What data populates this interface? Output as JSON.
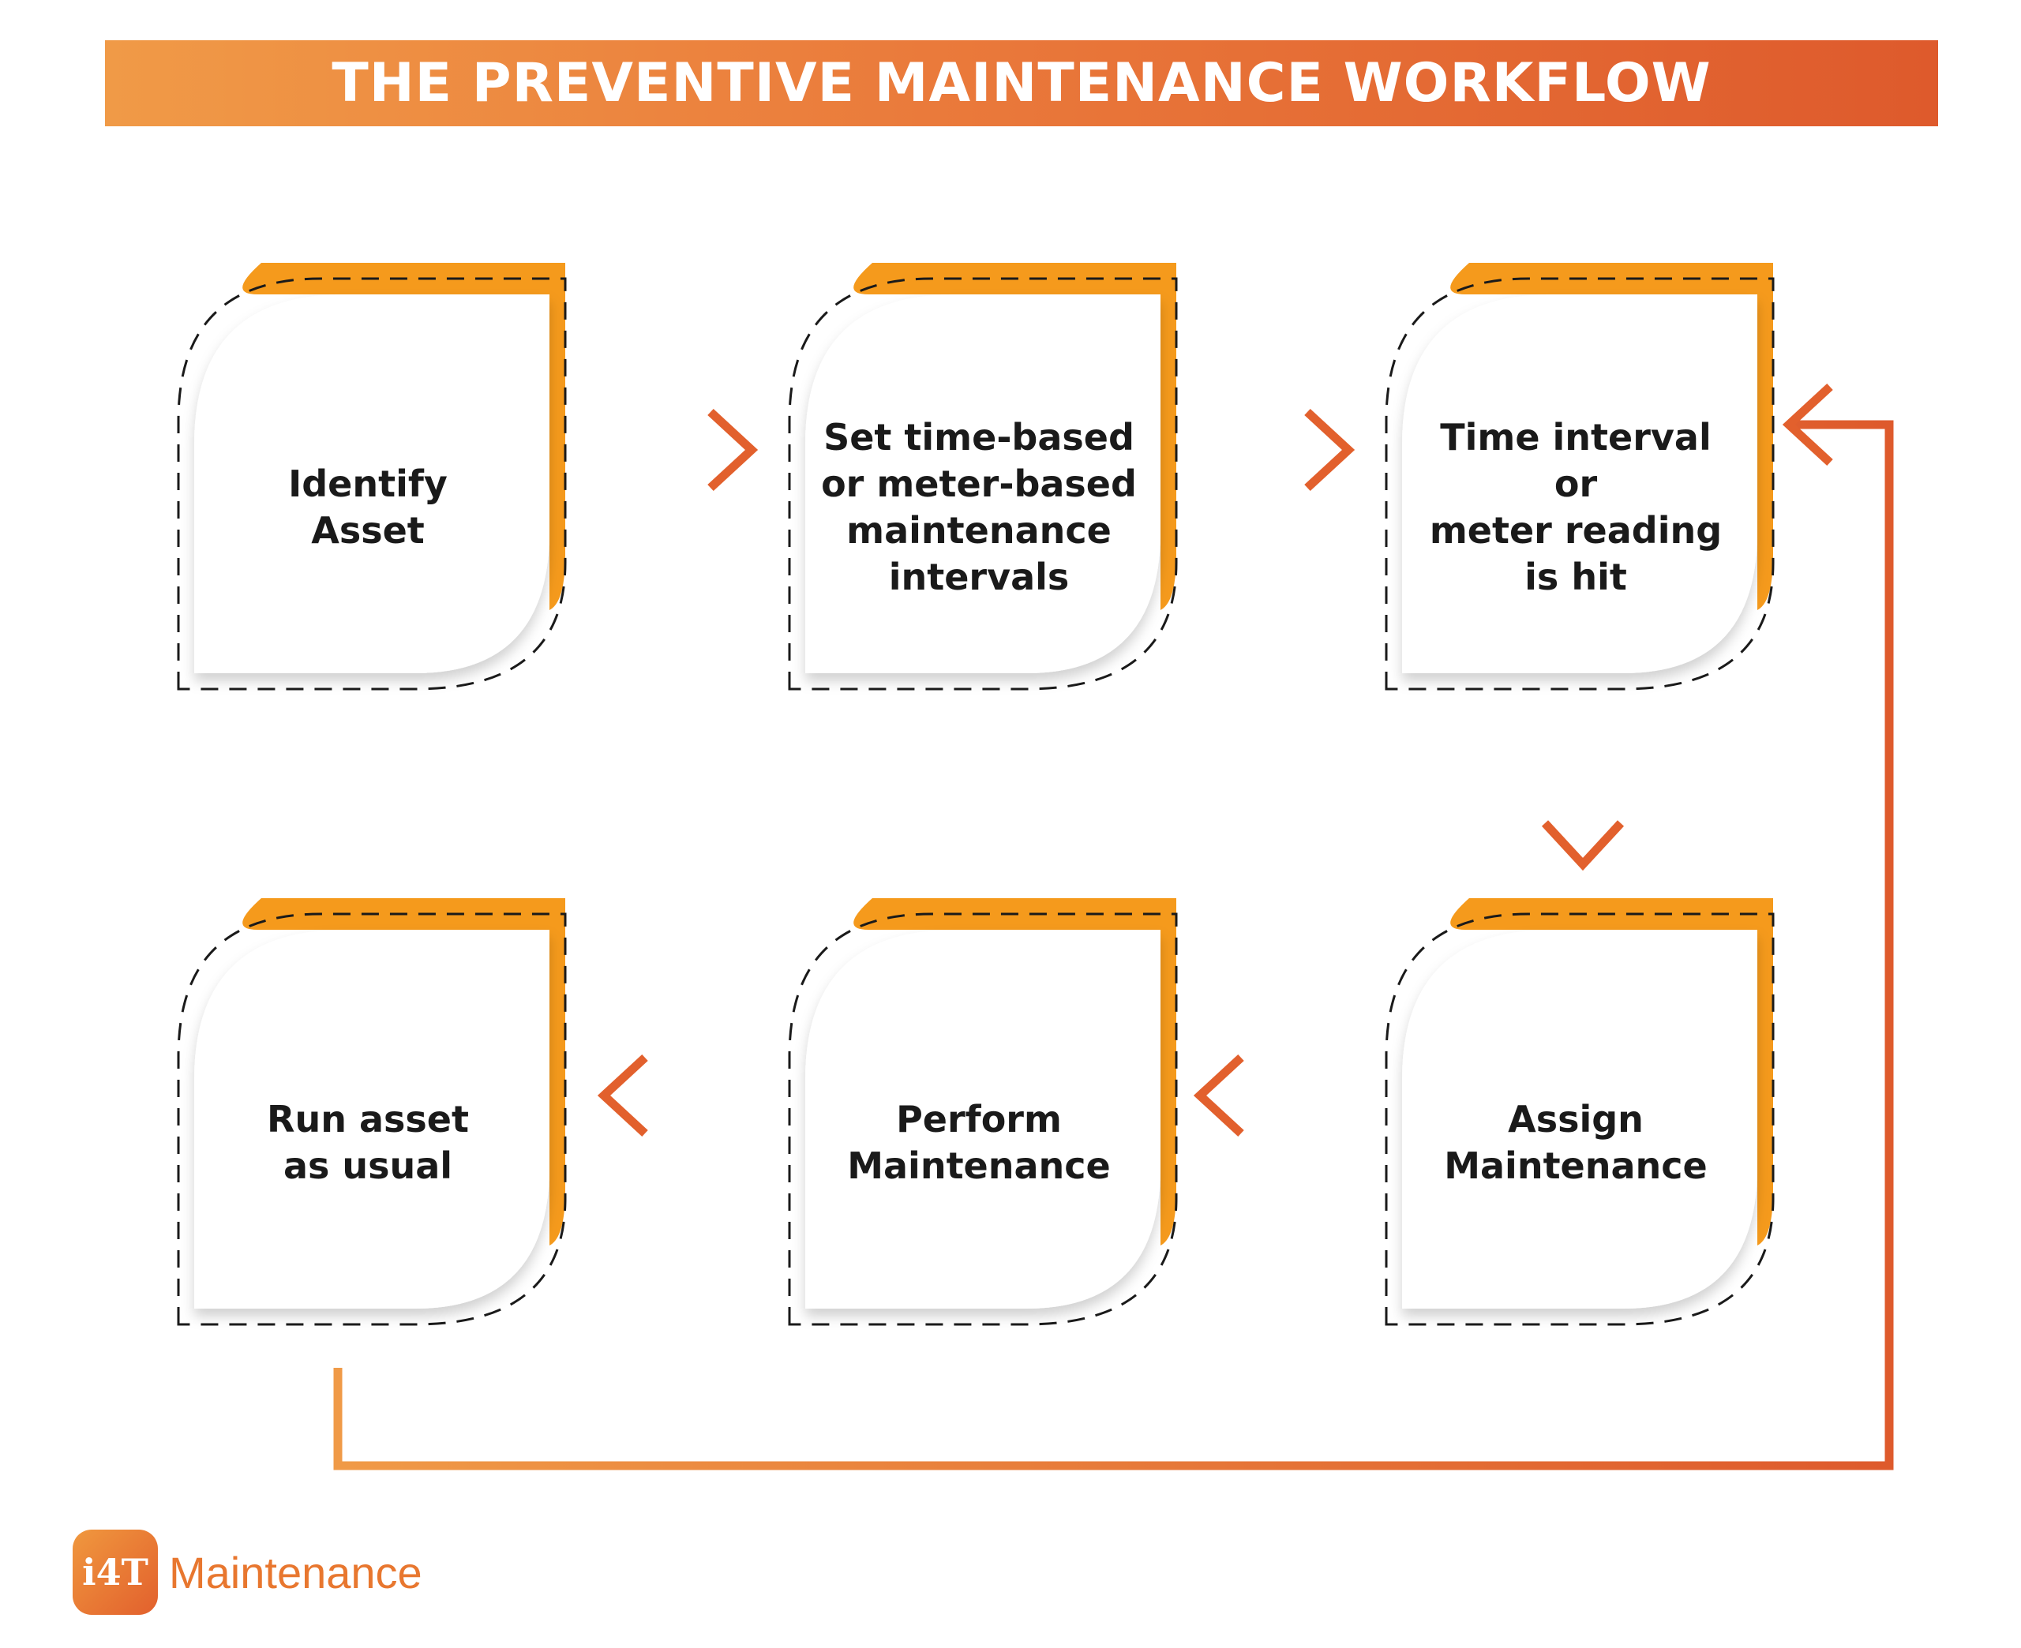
{
  "banner": {
    "title": "THE PREVENTIVE MAINTENANCE WORKFLOW"
  },
  "steps": [
    {
      "label": "Identify\nAsset"
    },
    {
      "label": "Set time-based\nor meter-based\nmaintenance\nintervals"
    },
    {
      "label": "Time interval\nor\nmeter reading\nis hit"
    },
    {
      "label": "Assign\nMaintenance"
    },
    {
      "label": "Perform\nMaintenance"
    },
    {
      "label": "Run asset\nas usual"
    }
  ],
  "flow": [
    [
      "Identify Asset",
      "Set time-based or meter-based maintenance intervals"
    ],
    [
      "Set time-based or meter-based maintenance intervals",
      "Time interval or meter reading is hit"
    ],
    [
      "Time interval or meter reading is hit",
      "Assign Maintenance"
    ],
    [
      "Assign Maintenance",
      "Perform Maintenance"
    ],
    [
      "Perform Maintenance",
      "Run asset as usual"
    ],
    [
      "Run asset as usual",
      "Time interval or meter reading is hit"
    ]
  ],
  "colors": {
    "accent": "#f59a1c",
    "arrow": "#e2602d",
    "arrow_light": "#f0a050",
    "banner_start": "#f09a47",
    "banner_end": "#de5a2c",
    "text": "#1a1a1a"
  },
  "logo": {
    "badge_text": "i4T",
    "text": "Maintenance"
  }
}
